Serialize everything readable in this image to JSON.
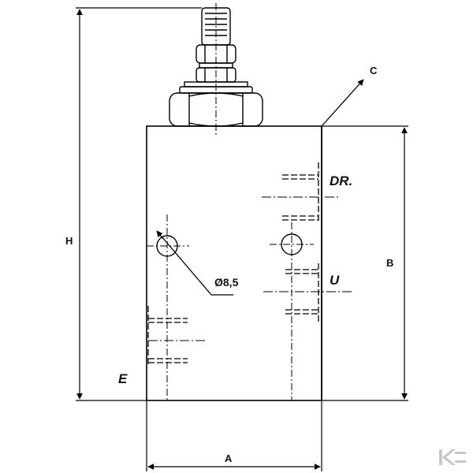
{
  "drawing": {
    "dimensions": {
      "height": "H",
      "width": "A",
      "body_height": "B",
      "corner": "C"
    },
    "ports": {
      "drain": "DR.",
      "user": "U",
      "entry": "E"
    },
    "hole_diameter": "Ø8,5",
    "colors": {
      "line": "#000000",
      "watermark": "#c8c8c8"
    },
    "icons": [
      "arrow-icon",
      "logo-watermark-icon"
    ]
  }
}
